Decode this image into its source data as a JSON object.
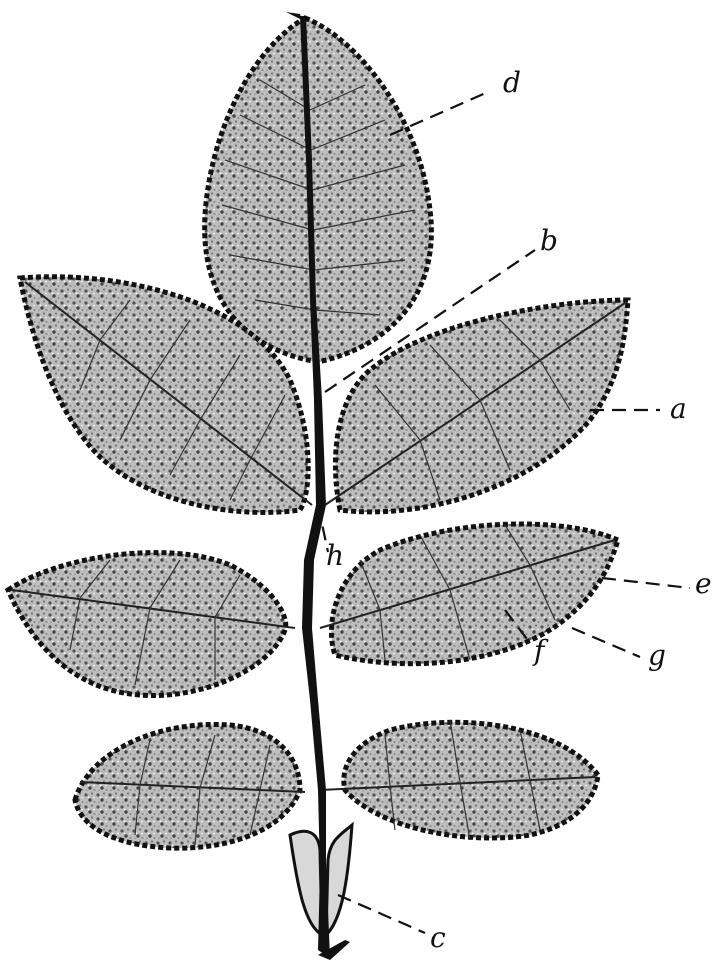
{
  "figure": {
    "labels": {
      "a": "a",
      "b": "b",
      "c": "c",
      "d": "d",
      "e": "e",
      "f": "f",
      "g": "g",
      "h": "h"
    }
  }
}
